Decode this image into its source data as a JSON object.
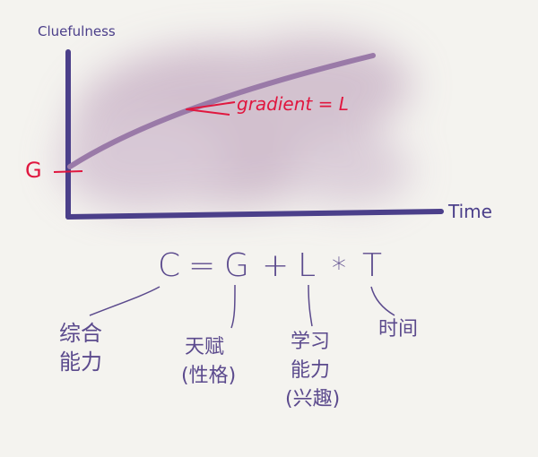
{
  "graph": {
    "y_axis_label": "Cluefulness",
    "x_axis_label": "Time",
    "intercept_label": "G",
    "slope_label": "gradient = L",
    "colors": {
      "axis": "#4b3f8a",
      "curve": "#9a7aa8",
      "annotation": "#e0173f",
      "wash": "#cdb7c9"
    }
  },
  "formula": {
    "terms": [
      "C",
      "=",
      "G",
      "+",
      "L",
      "*",
      "T"
    ]
  },
  "notes": [
    {
      "term": "C",
      "lines": [
        "综合",
        "能力"
      ]
    },
    {
      "term": "G",
      "lines": [
        "天赋",
        "(性格)"
      ]
    },
    {
      "term": "L",
      "lines": [
        "学习",
        "能力",
        "(兴趣)"
      ]
    },
    {
      "term": "T",
      "lines": [
        "时间"
      ]
    }
  ]
}
